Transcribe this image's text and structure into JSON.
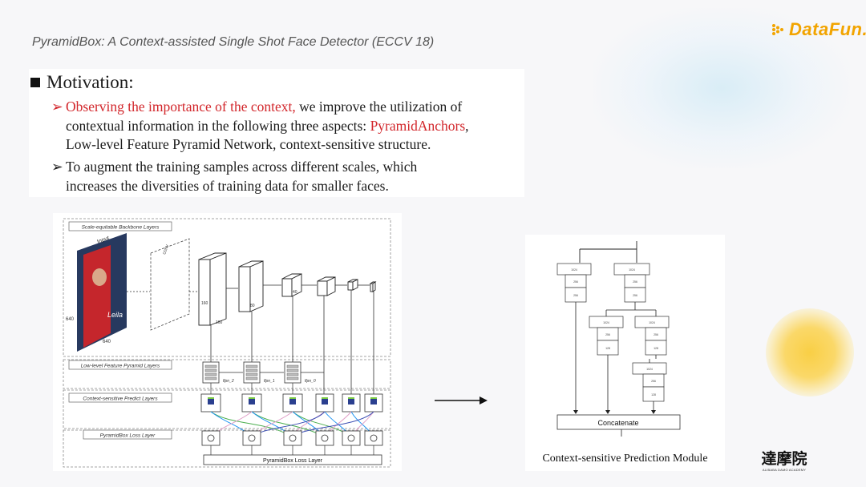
{
  "slide": {
    "title": "PyramidBox: A Context-assisted Single Shot Face Detector (ECCV 18)"
  },
  "logo": {
    "text": "DataFun.",
    "icon": "datafun-logo-icon"
  },
  "motivation": {
    "heading": "Motivation:",
    "bullet1": {
      "highlight": "Observing the importance of the context,",
      "rest1": " we improve the utilization of",
      "line2_pre": "contextual information in the following three aspects: ",
      "line2_highlight": "PyramidAnchors",
      "line2_post": ",",
      "line3": "Low-level Feature Pyramid Network, context-sensitive structure."
    },
    "bullet2": {
      "line1": "To augment the training samples across different scales, which",
      "line2": "increases the diversities of training data for smaller faces."
    },
    "colors": {
      "highlight": "#d2262b",
      "text": "#1b1b1b"
    }
  },
  "left_figure": {
    "scale_layers_label": "Scale-equitable Backbone Layers",
    "input_label": "Input",
    "input_width": "640",
    "input_height": "640",
    "conv_label": "conv",
    "lfpn_label": "Low-level Feature Pyramid Layers",
    "csp_label": "Context-sensitive Predict Layers",
    "loss_layer_label": "PyramidBox Loss Layer",
    "loss_bar_label": "PyramidBox Loss Layer",
    "lfpn_nodes": [
      "lfpn_2",
      "lfpn_1",
      "lfpn_0"
    ],
    "dims": [
      "160",
      "160",
      "80",
      "40"
    ],
    "poster_text": "Leila"
  },
  "right_figure": {
    "concat_label": "Concatenate",
    "caption": "Context-sensitive Prediction Module",
    "block_labels": {
      "left_col": [
        "1024",
        "256",
        "256"
      ],
      "right_col": [
        "1024",
        "256",
        "256"
      ],
      "mid_a": [
        "1024",
        "256",
        "128"
      ],
      "mid_b": [
        "1024",
        "256",
        "128"
      ],
      "bottom": [
        "1024",
        "256",
        "128"
      ]
    }
  },
  "bottom_logo": {
    "cjk": "達摩院",
    "sub": "ALIBABA DAMO ACADEMY"
  }
}
